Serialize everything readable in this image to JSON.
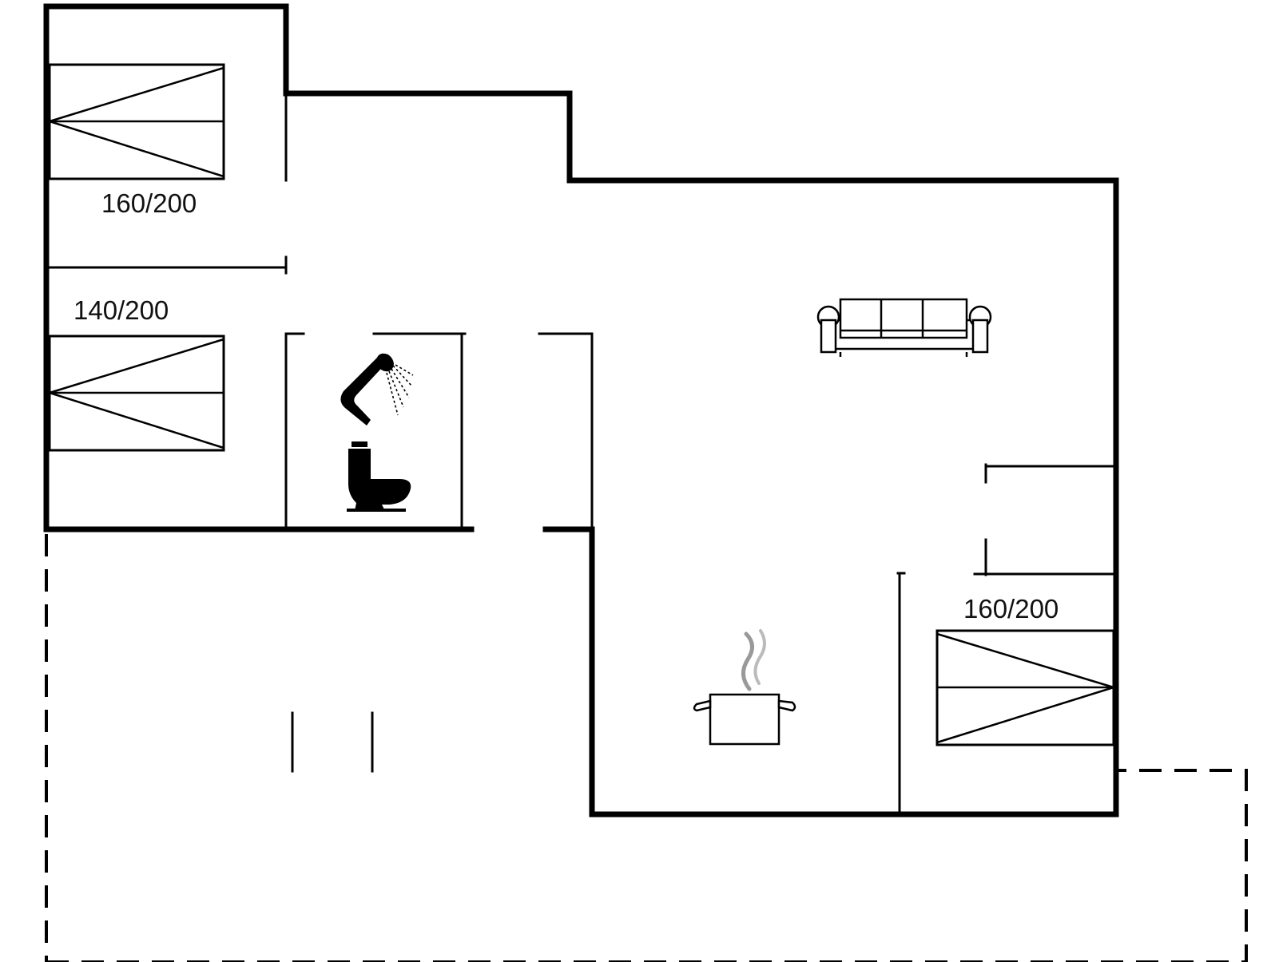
{
  "plan": {
    "bed_labels": {
      "bedroom_top_left": "160/200",
      "bedroom_middle_left": "140/200",
      "bedroom_right": "160/200"
    },
    "icons": {
      "shower": "shower-icon",
      "toilet": "toilet-icon",
      "sofa": "sofa-icon",
      "cooking_pot": "cooking-pot-icon"
    },
    "colors": {
      "wall": "#000000",
      "background": "#ffffff"
    }
  }
}
